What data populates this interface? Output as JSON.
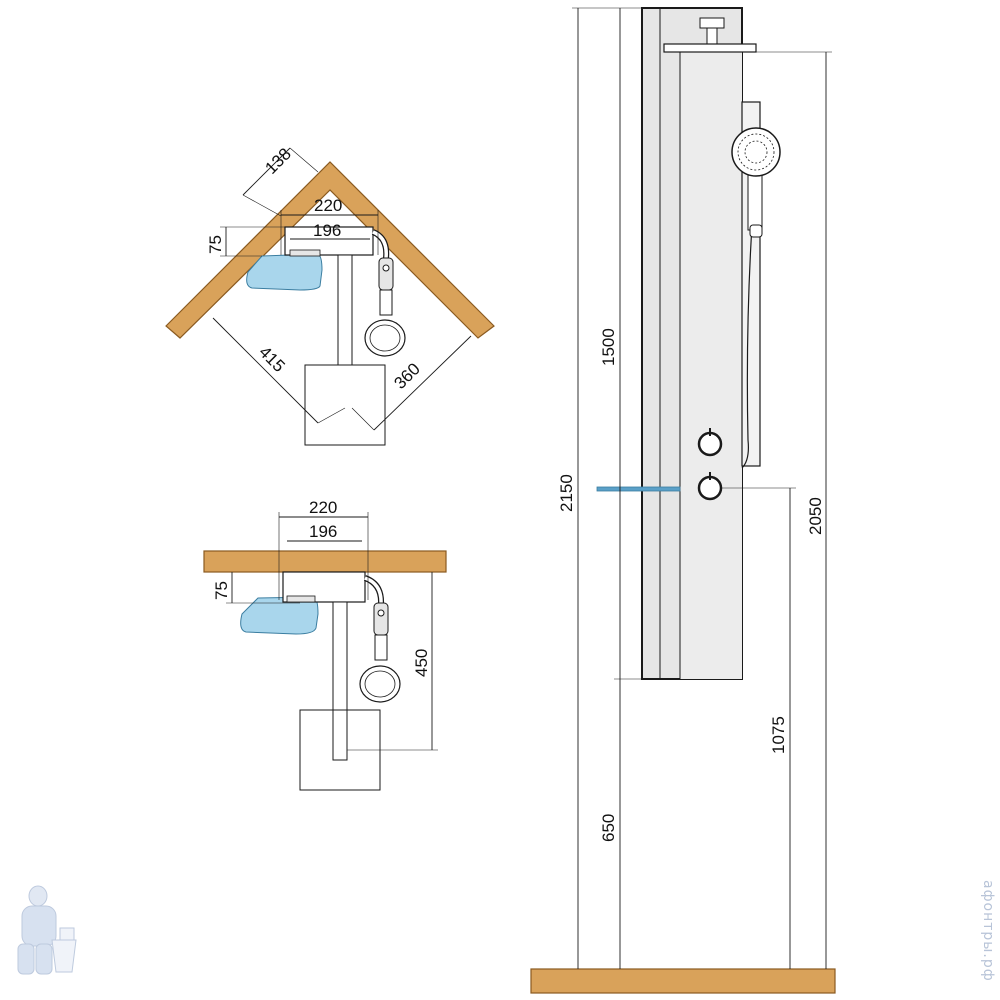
{
  "colors": {
    "wood": "#d9a25a",
    "wood_edge": "#8a5a20",
    "glass": "#a9d6ec",
    "glass_edge": "#3b7ea1",
    "panel": "#e6e6e6",
    "line": "#1a1a1a",
    "watermark": "#b8c4d8"
  },
  "corner_view": {
    "dims": {
      "offset_wall": "138",
      "width_outer": "220",
      "width_inner": "196",
      "depth_shelf": "75",
      "left_leg": "415",
      "right_leg": "360"
    }
  },
  "wall_view": {
    "dims": {
      "width_outer": "220",
      "width_inner": "196",
      "depth_shelf": "75",
      "drop": "450"
    }
  },
  "front_view": {
    "dims": {
      "total_height": "2150",
      "panel_height": "1500",
      "head_height": "2050",
      "mixer_height": "1075",
      "panel_bottom": "650"
    }
  },
  "watermark": {
    "text": "афонтры.рф",
    "icon": "plumber-mascot-icon"
  }
}
